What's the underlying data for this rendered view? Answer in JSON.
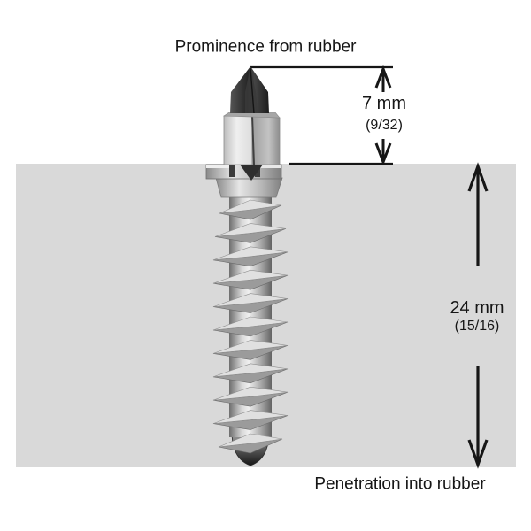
{
  "diagram": {
    "type": "tire-stud-dimension-diagram",
    "top_label": "Prominence from rubber",
    "bottom_label": "Penetration into rubber",
    "dimensions": {
      "prominence": {
        "metric": "7 mm",
        "imperial": "(9/32)"
      },
      "penetration": {
        "metric": "24 mm",
        "imperial": "(15/16)"
      }
    },
    "colors": {
      "background": "#ffffff",
      "rubber": "#d9d9d9",
      "line": "#161616",
      "text": "#161616",
      "stud_pin_dark": "#2e2e2e",
      "stud_metal_light": "#e9e9e9",
      "stud_metal_dark": "#6e6e6e"
    }
  }
}
